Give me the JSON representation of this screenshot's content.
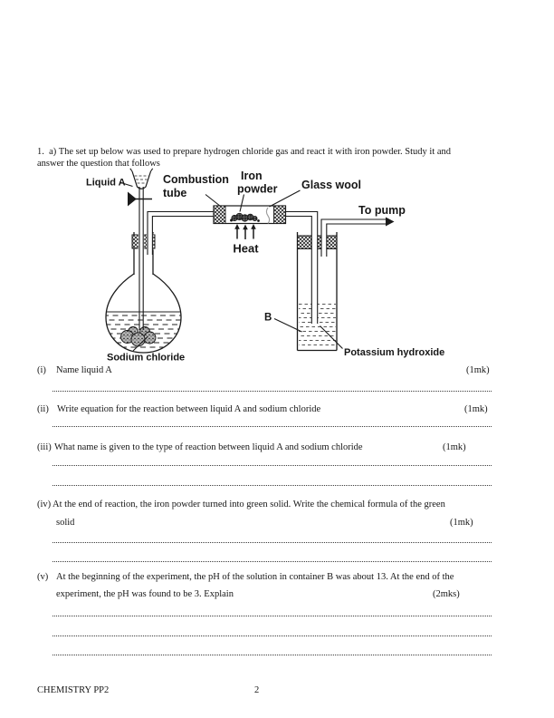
{
  "doc": {
    "intro_line1": "1.  a) The set up below was used to prepare hydrogen chloride gas and react it with iron powder. Study it and",
    "intro_line2": "answer the question that follows",
    "footer_left": "CHEMISTRY PP2",
    "footer_page": "2"
  },
  "diagram": {
    "liquid_a": "Liquid A",
    "combustion_1": "Combustion",
    "combustion_2": "tube",
    "iron_1": "Iron",
    "iron_2": "powder",
    "glass_wool": "Glass wool",
    "to_pump": "To pump",
    "heat": "Heat",
    "sodium_chloride": "Sodium chloride",
    "container_b": "B",
    "potassium_hydroxide": "Potassium hydroxide"
  },
  "questions": [
    {
      "num": "(i)",
      "text": "Name liquid A",
      "marks": "(1mk)"
    },
    {
      "num": "(ii)",
      "text": "Write equation for the reaction between liquid A and sodium chloride",
      "marks": "(1mk)"
    },
    {
      "num": "(iii)",
      "text": "What name is given to the type of reaction between liquid A and sodium chloride",
      "marks": "(1mk)"
    },
    {
      "num": "(iv)",
      "text": "At the end of reaction, the iron powder turned into green solid. Write the chemical formula of the green",
      "text2": "solid",
      "marks": "(1mk)"
    },
    {
      "num": "(v)",
      "text": "At the beginning of the experiment, the pH of the solution in container B was about 13. At the end of the",
      "text2": "experiment, the pH was found to be 3. Explain",
      "marks": "(2mks)"
    }
  ]
}
